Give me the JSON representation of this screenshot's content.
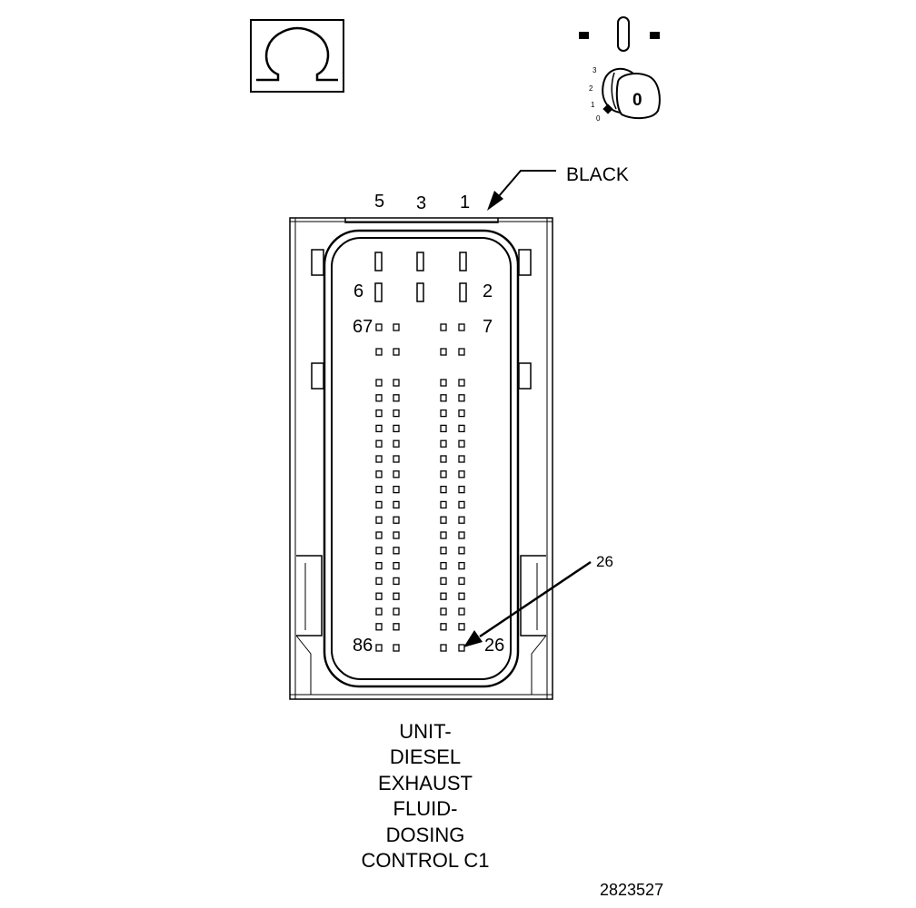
{
  "icons": {
    "resistance": "ohm-icon",
    "ignition": "ignition-key-icon",
    "view": "connector-face-view-icon"
  },
  "ignition": {
    "positions": [
      "3",
      "2",
      "1",
      "0"
    ],
    "key_label": "0"
  },
  "connector": {
    "color_label": "BLACK",
    "top_pins": [
      "5",
      "3",
      "1"
    ],
    "second_row_left": "6",
    "second_row_right": "2",
    "small_row_left": "67",
    "small_row_right": "7",
    "bottom_left": "86",
    "bottom_right": "26",
    "callout": "26"
  },
  "title_lines": [
    "UNIT-",
    "DIESEL",
    "EXHAUST",
    "FLUID-",
    "DOSING",
    "CONTROL C1"
  ],
  "figure_id": "2823527"
}
